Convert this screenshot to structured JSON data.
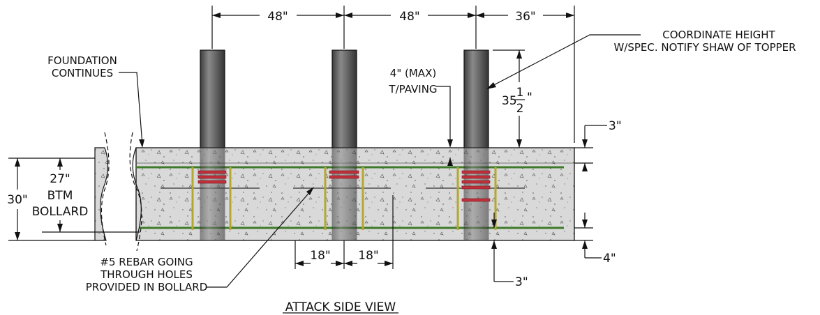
{
  "dimensions": {
    "top_spacing_1": "48\"",
    "top_spacing_2": "48\"",
    "top_spacing_3": "36\"",
    "height_35_whole": "35",
    "height_35_num": "1",
    "height_35_den": "2",
    "top_slab": "3\"",
    "bottom_cover": "4\"",
    "rebar_cover": "3\"",
    "rebar_offset_left": "18\"",
    "rebar_offset_right": "18\"",
    "total_depth": "30\"",
    "btm_bollard_value": "27\"",
    "btm_bollard_line1": "BTM",
    "btm_bollard_line2": "BOLLARD"
  },
  "notes": {
    "foundation_1": "FOUNDATION",
    "foundation_2": "CONTINUES",
    "paving_1": "4\" (MAX)",
    "paving_2": "T/PAVING",
    "coordinate_1": "COORDINATE HEIGHT",
    "coordinate_2": "W/SPEC. NOTIFY SHAW OF TOPPER",
    "rebar_1": "#5 REBAR GOING",
    "rebar_2": "THROUGH HOLES",
    "rebar_3": "PROVIDED IN BOLLARD"
  },
  "title": "ATTACK SIDE VIEW",
  "colors": {
    "concrete": "#d9d9d9",
    "bollard": "#6e6e6e",
    "rebar_green": "#3f7a2a",
    "stirrup_yellow": "#b3a830",
    "rebar_red": "#c0303a"
  }
}
